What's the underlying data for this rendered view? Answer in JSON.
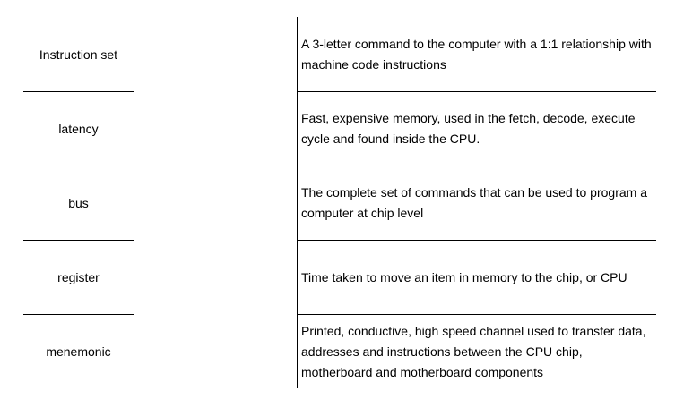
{
  "terms": [
    "Instruction set",
    "latency",
    "bus",
    "register",
    "menemonic"
  ],
  "definitions": [
    "A 3-letter command to the computer with a 1:1 relationship with machine code instructions",
    "Fast, expensive memory, used in the fetch, decode, execute cycle and found inside the CPU.",
    "The complete set of commands that can be used to program a computer at chip level",
    "Time taken to move an item in memory to the chip, or CPU",
    "Printed, conductive, high speed channel used to transfer data, addresses and instructions between the CPU chip, motherboard and motherboard components"
  ]
}
